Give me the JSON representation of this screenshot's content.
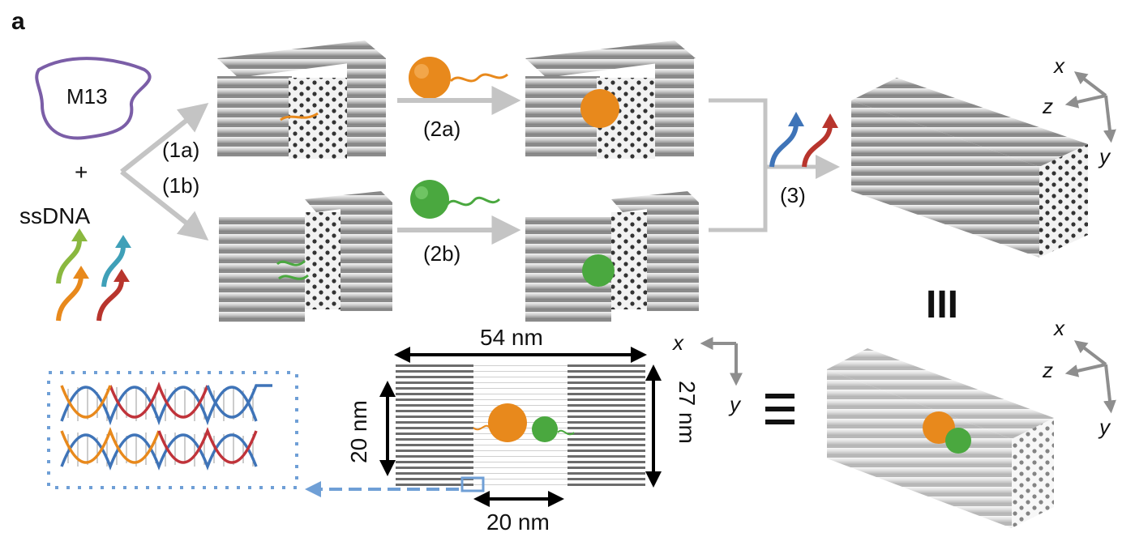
{
  "panel_label": "a",
  "inputs": {
    "scaffold": "M13",
    "plus": "+",
    "staples": "ssDNA"
  },
  "steps": {
    "s1a": "(1a)",
    "s1b": "(1b)",
    "s2a": "(2a)",
    "s2b": "(2b)",
    "s3": "(3)"
  },
  "dimensions": {
    "length": "54 nm",
    "height_left": "20 nm",
    "height_right": "27 nm",
    "cavity": "20 nm"
  },
  "axes": {
    "x": "x",
    "y": "y",
    "z": "z"
  },
  "equivalence": {
    "top": "III",
    "bottom": "☰"
  },
  "colors": {
    "m13": "#7b5ea7",
    "orange": "#e8891c",
    "green": "#4aa83f",
    "blue": "#3f74b8",
    "red": "#b8352d",
    "teal": "#3fa0b8",
    "lime": "#8ab83f",
    "arrow_gray": "#c4c4c4",
    "dashed_blue": "#6f9fd6",
    "helix_blue": "#3f74b8",
    "helix_red": "#c0333a"
  }
}
